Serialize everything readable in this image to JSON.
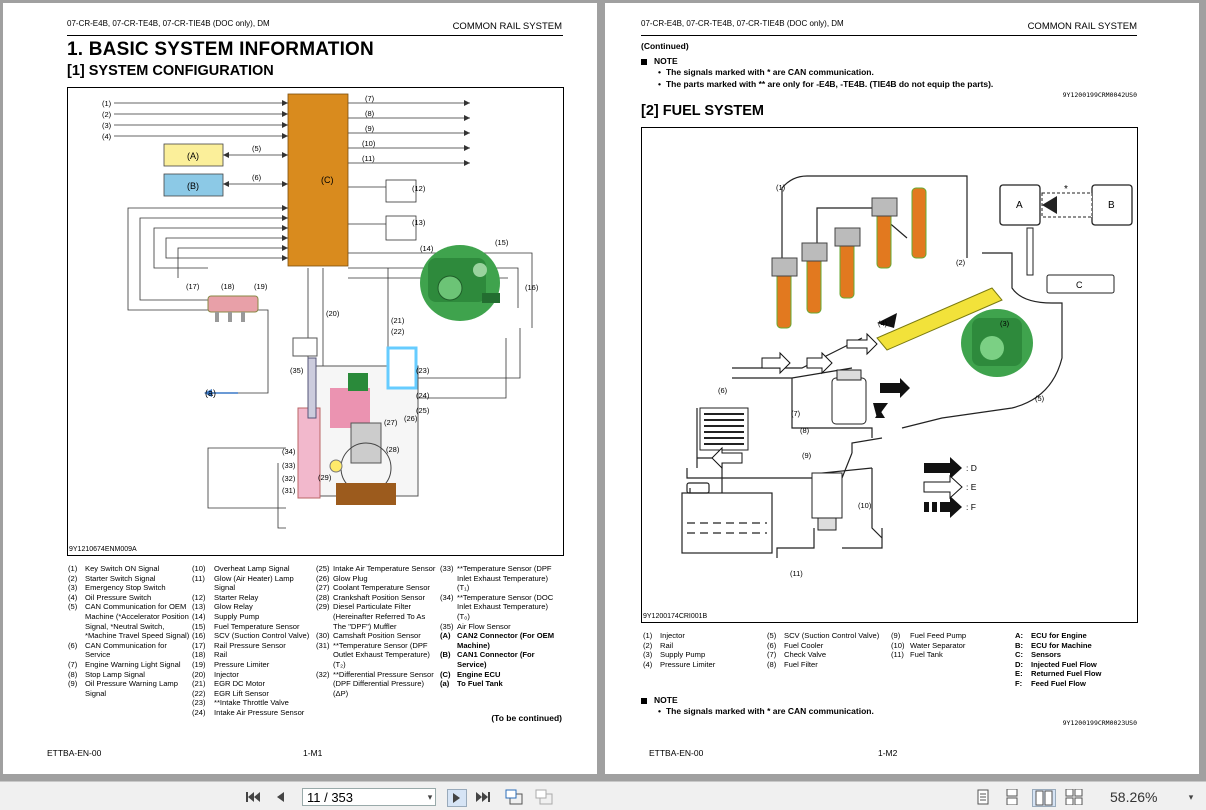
{
  "left_page": {
    "header_models": "07-CR-E4B, 07-CR-TE4B, 07-CR-TIE4B (DOC only), DM",
    "header_title": "COMMON RAIL SYSTEM",
    "chapter_title": "1.  BASIC SYSTEM INFORMATION",
    "section_title": "[1]  SYSTEM CONFIGURATION",
    "figure_id": "9Y1210674ENM009A",
    "diagram_labels": {
      "ecu_c": "(C)",
      "box_a": "(A)",
      "box_b": "(B)",
      "n1": "(1)",
      "n2": "(2)",
      "n3": "(3)",
      "n4": "(4)",
      "n5": "(5)",
      "n6": "(6)",
      "n7": "(7)",
      "n8": "(8)",
      "n9": "(9)",
      "n10": "(10)",
      "n11": "(11)",
      "n12": "(12)",
      "n13": "(13)",
      "n14": "(14)",
      "n15": "(15)",
      "n16": "(16)",
      "n17": "(17)",
      "n18": "(18)",
      "n19": "(19)",
      "n20": "(20)",
      "n21": "(21)",
      "n22": "(22)",
      "n23": "(23)",
      "n24": "(24)",
      "n25": "(25)",
      "n26": "(26)",
      "n27": "(27)",
      "n28": "(28)",
      "n29": "(29)",
      "n31": "(31)",
      "n32": "(32)",
      "n33": "(33)",
      "n34": "(34)",
      "n35": "(35)",
      "na": "(a)"
    },
    "legend_col1": [
      [
        "(1)",
        "Key Switch ON Signal"
      ],
      [
        "(2)",
        "Starter Switch Signal"
      ],
      [
        "(3)",
        "Emergency Stop Switch"
      ],
      [
        "(4)",
        "Oil Pressure Switch"
      ],
      [
        "(5)",
        "CAN Communication for OEM Machine (*Accelerator Position Signal, *Neutral Switch, *Machine Travel Speed Signal)"
      ],
      [
        "(6)",
        "CAN Communication for Service"
      ],
      [
        "(7)",
        "Engine Warning Light Signal"
      ],
      [
        "(8)",
        "Stop Lamp Signal"
      ],
      [
        "(9)",
        "Oil Pressure Warning Lamp Signal"
      ]
    ],
    "legend_col2": [
      [
        "(10)",
        "Overheat Lamp Signal"
      ],
      [
        "(11)",
        "Glow (Air Heater) Lamp Signal"
      ],
      [
        "(12)",
        "Starter Relay"
      ],
      [
        "(13)",
        "Glow Relay"
      ],
      [
        "(14)",
        "Supply Pump"
      ],
      [
        "(15)",
        "Fuel Temperature Sensor"
      ],
      [
        "(16)",
        "SCV (Suction Control Valve)"
      ],
      [
        "(17)",
        "Rail Pressure Sensor"
      ],
      [
        "(18)",
        "Rail"
      ],
      [
        "(19)",
        "Pressure Limiter"
      ],
      [
        "(20)",
        "Injector"
      ],
      [
        "(21)",
        "EGR DC Motor"
      ],
      [
        "(22)",
        "EGR Lift Sensor"
      ],
      [
        "(23)",
        "**Intake Throttle Valve"
      ],
      [
        "(24)",
        "Intake Air Pressure Sensor"
      ]
    ],
    "legend_col3": [
      [
        "(25)",
        "Intake Air Temperature Sensor"
      ],
      [
        "(26)",
        "Glow Plug"
      ],
      [
        "(27)",
        "Coolant Temperature Sensor"
      ],
      [
        "(28)",
        "Crankshaft Position Sensor"
      ],
      [
        "(29)",
        "Diesel Particulate Filter (Hereinafter Referred To As The \"DPF\") Muffler"
      ],
      [
        "(30)",
        "Camshaft Position Sensor"
      ],
      [
        "(31)",
        "**Temperature Sensor (DPF Outlet Exhaust Temperature) (T₂)"
      ],
      [
        "(32)",
        "**Differential Pressure Sensor (DPF Differential Pressure) (ΔP)"
      ]
    ],
    "legend_col4": [
      [
        "(33)",
        "**Temperature Sensor (DPF Inlet Exhaust Temperature) (T₁)"
      ],
      [
        "(34)",
        "**Temperature Sensor (DOC Inlet Exhaust Temperature) (T₀)"
      ],
      [
        "(35)",
        "Air Flow Sensor"
      ],
      [
        "(A)",
        "CAN2 Connector (For OEM Machine)"
      ],
      [
        "(B)",
        "CAN1 Connector (For Service)"
      ],
      [
        "(C)",
        "Engine ECU"
      ],
      [
        "(a)",
        "To Fuel Tank"
      ]
    ],
    "continued": "(To be continued)",
    "footer_code": "ETTBA-EN-00",
    "footer_page": "1-M1"
  },
  "right_page": {
    "header_models": "07-CR-E4B, 07-CR-TE4B, 07-CR-TIE4B (DOC only), DM",
    "header_title": "COMMON RAIL SYSTEM",
    "continued_label": "(Continued)",
    "note_title": "NOTE",
    "note1": "The signals marked with * are CAN communication.",
    "note2": "The parts marked with ** are only for -E4B, -TE4B. (TIE4B do not equip the parts).",
    "code1": "9Y1200199CRM0042US0",
    "section_title": "[2]  FUEL SYSTEM",
    "figure_id": "9Y1200174CRI001B",
    "diagram_labels": {
      "box_a": "A",
      "box_b": "B",
      "box_c": "C",
      "star": "*",
      "n1": "(1)",
      "n2": "(2)",
      "n3": "(3)",
      "n4": "(4)",
      "n5": "(5)",
      "n6": "(6)",
      "n7": "(7)",
      "n8": "(8)",
      "n9": "(9)",
      "n10": "(10)",
      "n11": "(11)",
      "flow_d": ": D",
      "flow_e": ": E",
      "flow_f": ": F"
    },
    "legend_col1": [
      [
        "(1)",
        "Injector"
      ],
      [
        "(2)",
        "Rail"
      ],
      [
        "(3)",
        "Supply Pump"
      ],
      [
        "(4)",
        "Pressure Limiter"
      ]
    ],
    "legend_col2": [
      [
        "(5)",
        "SCV (Suction Control Valve)"
      ],
      [
        "(6)",
        "Fuel Cooler"
      ],
      [
        "(7)",
        "Check Valve"
      ],
      [
        "(8)",
        "Fuel Filter"
      ]
    ],
    "legend_col3": [
      [
        "(9)",
        "Fuel Feed Pump"
      ],
      [
        "(10)",
        "Water Separator"
      ],
      [
        "(11)",
        "Fuel Tank"
      ]
    ],
    "legend_col4": [
      [
        "A:",
        "ECU for Engine"
      ],
      [
        "B:",
        "ECU for Machine"
      ],
      [
        "C:",
        "Sensors"
      ],
      [
        "D:",
        "Injected Fuel Flow"
      ],
      [
        "E:",
        "Returned Fuel Flow"
      ],
      [
        "F:",
        "Feed Fuel Flow"
      ]
    ],
    "note2_title": "NOTE",
    "note3": "The signals marked with * are CAN communication.",
    "code2": "9Y1200199CRM0023US0",
    "footer_code": "ETTBA-EN-00",
    "footer_page": "1-M2"
  },
  "toolbar": {
    "page_value": "11 / 353",
    "zoom": "58.26%",
    "icons": [
      "first-page-icon",
      "prev-page-icon",
      "next-page-icon",
      "last-page-icon",
      "go-back-icon",
      "go-forward-icon",
      "single-page-icon",
      "continuous-icon",
      "two-page-icon",
      "scroll-icon"
    ]
  },
  "colors": {
    "ecu_orange": "#d98b1e",
    "can_a_yellow": "#fbef9a",
    "can_b_blue": "#8cc9e6",
    "pump_green": "#3fa34d",
    "injector_orange": "#e2791f",
    "rail_yellow": "#f2e23a"
  }
}
